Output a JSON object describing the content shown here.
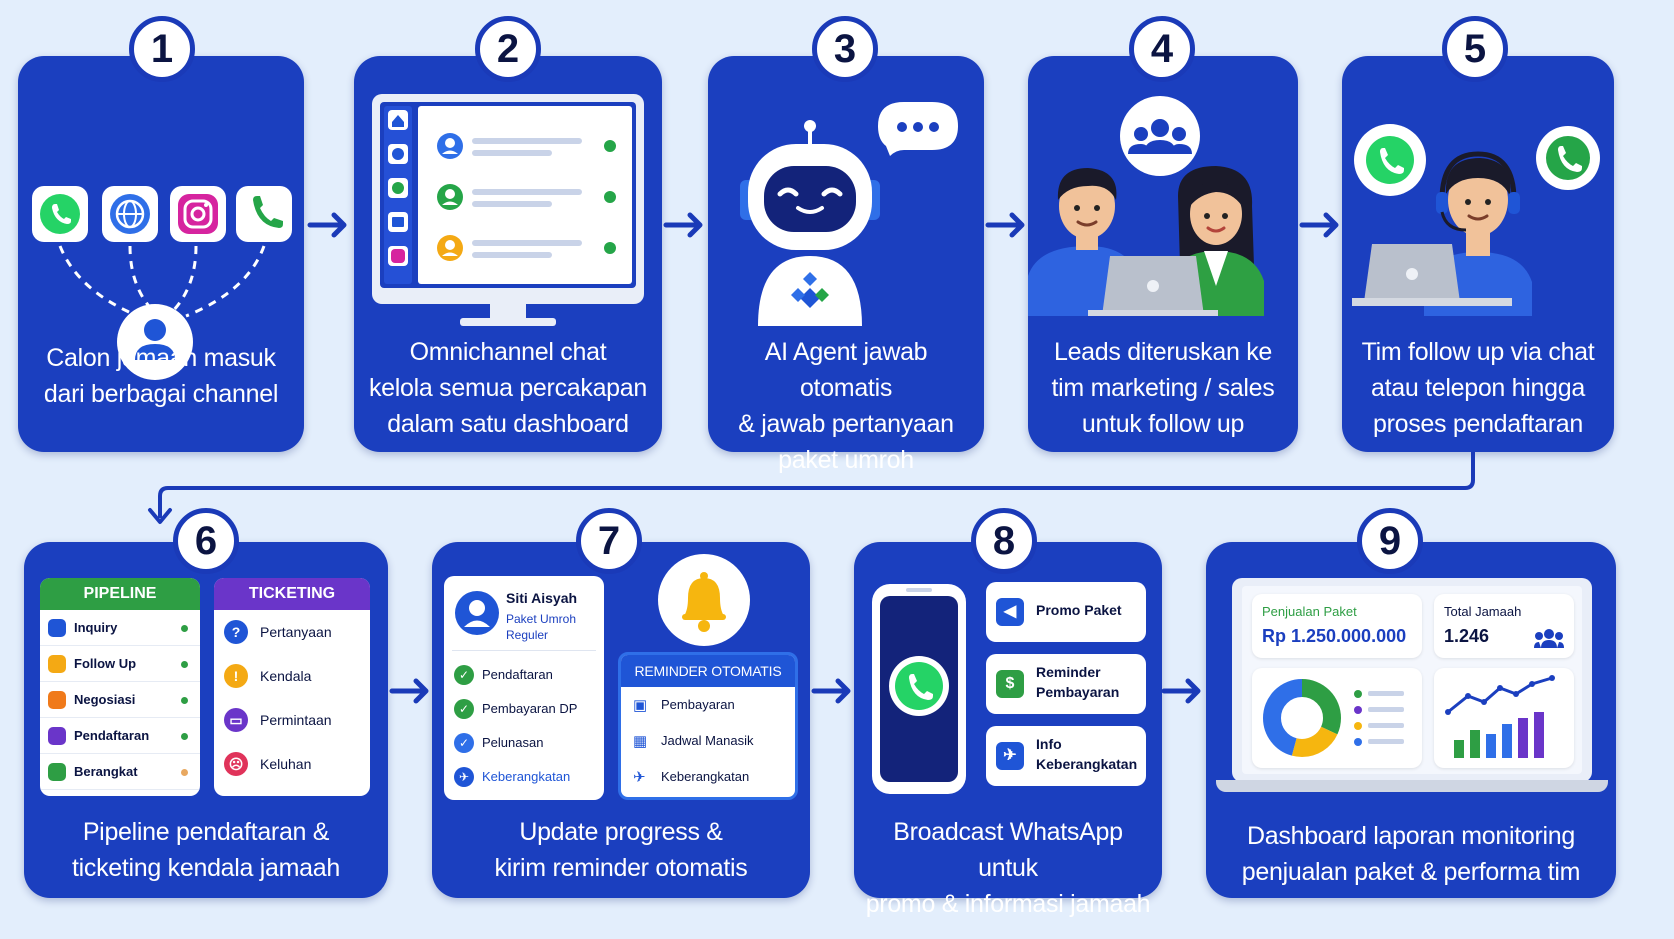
{
  "steps": [
    {
      "number": "1",
      "caption": [
        "Calon jamaah masuk",
        "dari berbagai channel"
      ]
    },
    {
      "number": "2",
      "caption": [
        "Omnichannel chat",
        "kelola semua percakapan",
        "dalam satu dashboard"
      ]
    },
    {
      "number": "3",
      "caption": [
        "AI Agent jawab otomatis",
        "& jawab pertanyaan",
        "paket umroh"
      ]
    },
    {
      "number": "4",
      "caption": [
        "Leads diteruskan ke",
        "tim marketing / sales",
        "untuk follow up"
      ]
    },
    {
      "number": "5",
      "caption": [
        "Tim follow up via chat",
        "atau telepon hingga",
        "proses pendaftaran"
      ]
    },
    {
      "number": "6",
      "caption": [
        "Pipeline pendaftaran &",
        "ticketing kendala jamaah"
      ]
    },
    {
      "number": "7",
      "caption": [
        "Update progress &",
        "kirim reminder otomatis"
      ]
    },
    {
      "number": "8",
      "caption": [
        "Broadcast WhatsApp untuk",
        "promo & informasi jamaah"
      ]
    },
    {
      "number": "9",
      "caption": [
        "Dashboard laporan monitoring",
        "penjualan paket & performa tim"
      ]
    }
  ],
  "pipeline": {
    "title": "PIPELINE",
    "items": [
      "Inquiry",
      "Follow Up",
      "Negosiasi",
      "Pendaftaran",
      "Berangkat"
    ]
  },
  "ticketing": {
    "title": "TICKETING",
    "items": [
      "Pertanyaan",
      "Kendala",
      "Permintaan",
      "Keluhan"
    ]
  },
  "profile": {
    "name": "Siti Aisyah",
    "package_line1": "Paket Umroh",
    "package_line2": "Reguler",
    "progress": [
      "Pendaftaran",
      "Pembayaran DP",
      "Pelunasan",
      "Keberangkatan"
    ]
  },
  "reminder": {
    "title": "REMINDER OTOMATIS",
    "items": [
      "Pembayaran",
      "Jadwal Manasik",
      "Keberangkatan"
    ]
  },
  "broadcast": {
    "items": [
      {
        "line1": "Promo Paket",
        "line2": ""
      },
      {
        "line1": "Reminder",
        "line2": "Pembayaran"
      },
      {
        "line1": "Info",
        "line2": "Keberangkatan"
      }
    ]
  },
  "dashboard": {
    "sales_label": "Penjualan Paket",
    "sales_value": "Rp 1.250.000.000",
    "total_label": "Total Jamaah",
    "total_value": "1.246"
  },
  "colors": {
    "card": "#1b3fbf",
    "background": "#e3eefc",
    "whatsapp": "#25d366",
    "pipeline_green": "#2e9e44",
    "ticketing_purple": "#6a35c9",
    "bell": "#f6b60f"
  }
}
